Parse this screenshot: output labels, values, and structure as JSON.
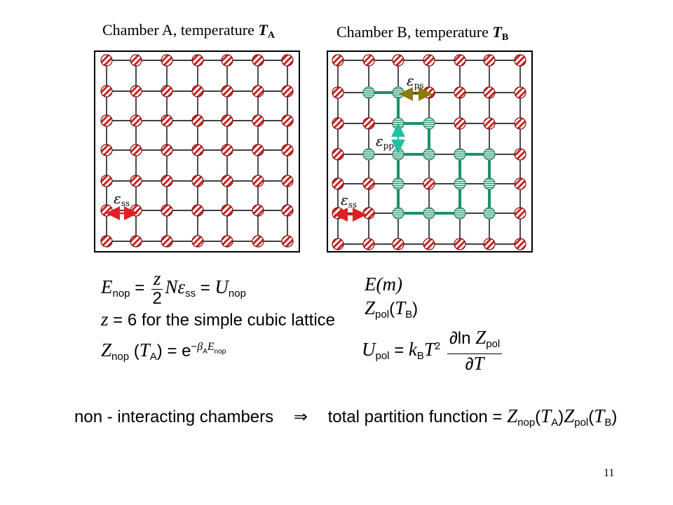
{
  "slide": {
    "chamber_a": {
      "title_prefix": "Chamber A, temperature ",
      "temp_symbol": "T",
      "temp_sub": "A",
      "eps_ss_label": "ε",
      "eps_ss_sub": "ss"
    },
    "chamber_b": {
      "title_prefix": "Chamber B, temperature ",
      "temp_symbol": "T",
      "temp_sub": "B",
      "eps_ps_label": "ε",
      "eps_ps_sub": "ps",
      "eps_pp_label": "ε",
      "eps_pp_sub": "pp",
      "eps_ss_label": "ε",
      "eps_ss_sub": "ss"
    },
    "equations_left": {
      "e_nop_sub": "nop",
      "z_num": "z",
      "z_den": "2",
      "n": "N",
      "eps_sub": "ss",
      "u_sub": "nop",
      "lattice_text": "for the simple cubic lattice",
      "z_value": "6",
      "z_nop_sub": "nop",
      "t_a_sub": "A",
      "exp_base": "e",
      "beta_sub": "A",
      "e_exp_sub": "nop"
    },
    "equations_right": {
      "e_m": "E(m)",
      "z_pol_sub": "pol",
      "t_b_sub": "B",
      "u_pol_sub": "pol",
      "k_b_sub": "B",
      "ln": "ln",
      "zpol_sub2": "pol"
    },
    "bottom": {
      "left_text": "non - interacting chambers",
      "arrow": "⇒",
      "right_text": "total partition function",
      "znop_sub": "nop",
      "ta_sub": "A",
      "zpol_sub": "pol",
      "tb_sub": "B"
    },
    "page_number": "11"
  },
  "colors": {
    "solvent_stripe": "#cc2222",
    "polymer_fill": "#a8e0c8",
    "polymer_bond": "#1a9070",
    "eps_ss_arrow": "#e02020",
    "eps_ps_arrow": "#8a7a10",
    "eps_pp_arrow": "#20c0a0"
  }
}
